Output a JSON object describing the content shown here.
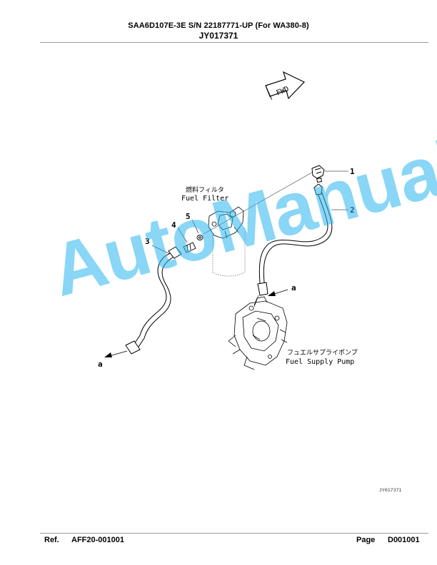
{
  "header": {
    "title": "SAA6D107E-3E S/N 22187771-UP (For WA380-8)",
    "code": "JY017371"
  },
  "drawing": {
    "fwd_label": "FWD",
    "fuel_filter_jp": "燃料フィルタ",
    "fuel_filter_en": "Fuel Filter",
    "fuel_pump_jp": "フュエルサプライポンプ",
    "fuel_pump_en": "Fuel Supply Pump",
    "callouts": [
      "1",
      "2",
      "3",
      "4",
      "5"
    ],
    "arrow_label": "a",
    "drawing_id": "JY017371"
  },
  "watermark": "AutoManual",
  "footer": {
    "ref_label": "Ref.",
    "ref_value": "AFF20-001001",
    "page_label": "Page",
    "page_value": "D001001"
  }
}
